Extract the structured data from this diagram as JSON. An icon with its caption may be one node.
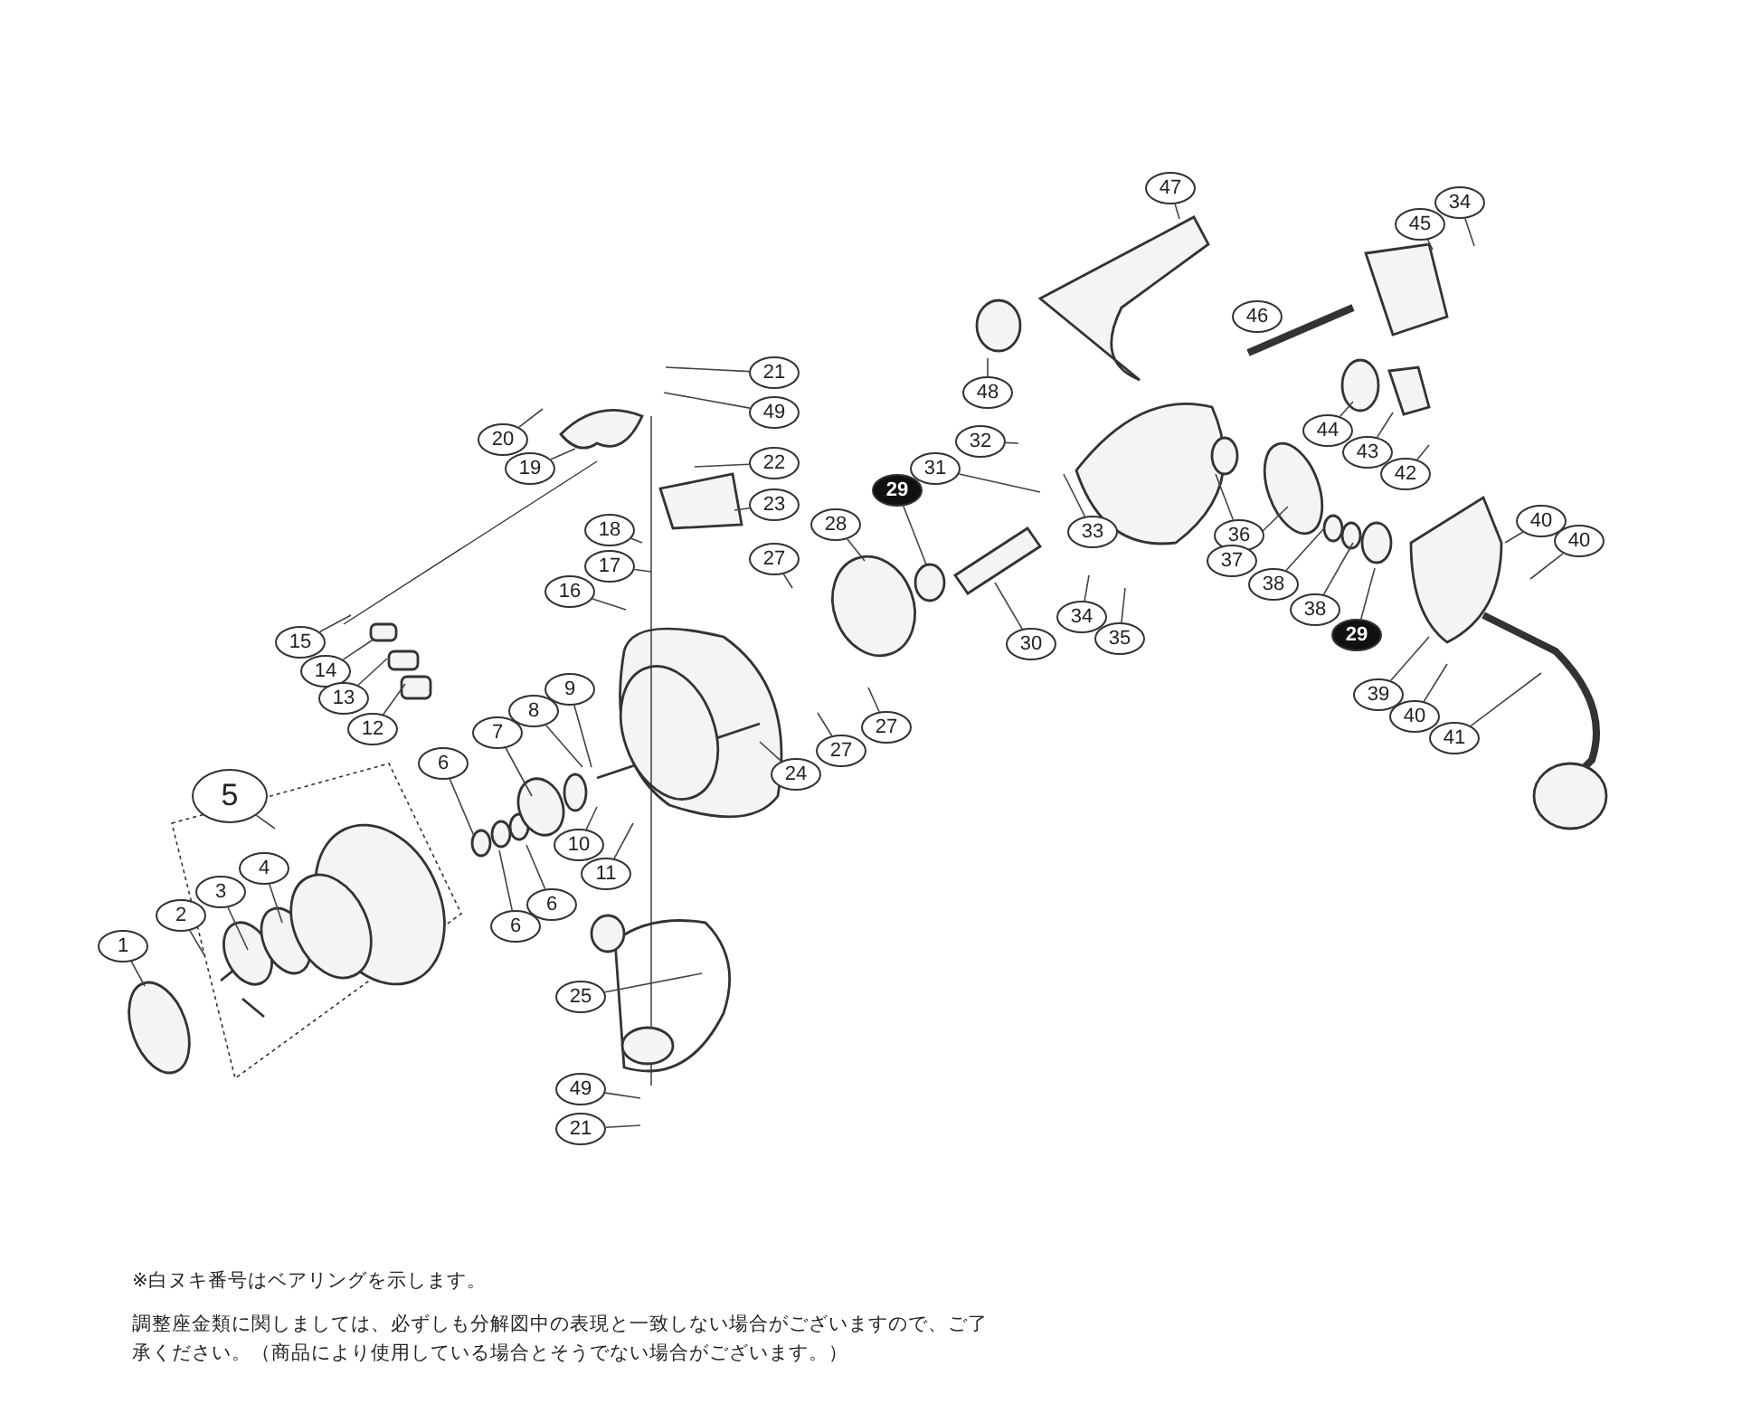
{
  "diagram": {
    "nodes": [
      {
        "text": [
          "47"
        ]
      },
      {
        "text": [
          "34"
        ]
      },
      {
        "text": [
          "45"
        ]
      },
      {
        "text": [
          "46"
        ]
      },
      {
        "text": [
          "21"
        ]
      },
      {
        "text": [
          "48"
        ]
      },
      {
        "text": [
          "49"
        ]
      },
      {
        "text": [
          "44"
        ]
      },
      {
        "text": [
          "20"
        ]
      },
      {
        "text": [
          "32"
        ]
      },
      {
        "text": [
          "43"
        ]
      },
      {
        "text": [
          "22"
        ]
      },
      {
        "text": [
          "19"
        ]
      },
      {
        "text": [
          "31"
        ]
      },
      {
        "text": [
          "42"
        ]
      },
      {
        "text": [
          "29"
        ]
      },
      {
        "text": [
          "23"
        ]
      },
      {
        "text": [
          "40"
        ]
      },
      {
        "text": [
          "28"
        ]
      },
      {
        "text": [
          "18"
        ]
      },
      {
        "text": [
          "33"
        ]
      },
      {
        "text": [
          "36"
        ]
      },
      {
        "text": [
          "40"
        ]
      },
      {
        "text": [
          "27"
        ]
      },
      {
        "text": [
          "37"
        ]
      },
      {
        "text": [
          "17"
        ]
      },
      {
        "text": [
          "38"
        ]
      },
      {
        "text": [
          "16"
        ]
      },
      {
        "text": [
          "38"
        ]
      },
      {
        "text": [
          "34"
        ]
      },
      {
        "text": [
          "29"
        ]
      },
      {
        "text": [
          "35"
        ]
      },
      {
        "text": [
          "15"
        ]
      },
      {
        "text": [
          "30"
        ]
      },
      {
        "text": [
          "14"
        ]
      },
      {
        "text": [
          "39"
        ]
      },
      {
        "text": [
          "13"
        ]
      },
      {
        "text": [
          "40"
        ]
      },
      {
        "text": [
          "27"
        ]
      },
      {
        "text": [
          "12"
        ]
      },
      {
        "text": [
          "7"
        ]
      },
      {
        "text": [
          "41"
        ]
      },
      {
        "text": [
          "8"
        ]
      },
      {
        "text": [
          "9"
        ]
      },
      {
        "text": [
          "27"
        ]
      },
      {
        "text": [
          "6"
        ]
      },
      {
        "text": [
          "24"
        ]
      },
      {
        "text": [
          "5"
        ]
      },
      {
        "text": [
          "10"
        ]
      },
      {
        "text": [
          "4"
        ]
      },
      {
        "text": [
          "11"
        ]
      },
      {
        "text": [
          "3"
        ]
      },
      {
        "text": [
          "6"
        ]
      },
      {
        "text": [
          "2"
        ]
      },
      {
        "text": [
          "6"
        ]
      },
      {
        "text": [
          "1"
        ]
      },
      {
        "text": [
          "25"
        ]
      },
      {
        "text": [
          "49"
        ]
      },
      {
        "text": [
          "21"
        ]
      }
    ],
    "edges": [
      {
        "from": 0,
        "to": null,
        "arrow": "none"
      },
      {
        "from": 1,
        "to": null,
        "arrow": "none"
      },
      {
        "from": 2,
        "to": null,
        "arrow": "none"
      },
      {
        "from": 4,
        "to": null,
        "arrow": "none"
      },
      {
        "from": 5,
        "to": null,
        "arrow": "none"
      },
      {
        "from": 6,
        "to": null,
        "arrow": "none"
      },
      {
        "from": 7,
        "to": null,
        "arrow": "none"
      },
      {
        "from": 8,
        "to": null,
        "arrow": "none"
      },
      {
        "from": 9,
        "to": null,
        "arrow": "none"
      },
      {
        "from": 10,
        "to": null,
        "arrow": "none"
      },
      {
        "from": 11,
        "to": null,
        "arrow": "none"
      },
      {
        "from": 12,
        "to": null,
        "arrow": "none"
      },
      {
        "from": 13,
        "to": null,
        "arrow": "none"
      },
      {
        "from": 14,
        "to": null,
        "arrow": "none"
      },
      {
        "from": 15,
        "to": null,
        "arrow": "none"
      },
      {
        "from": 16,
        "to": null,
        "arrow": "none"
      },
      {
        "from": 17,
        "to": null,
        "arrow": "none"
      },
      {
        "from": 18,
        "to": null,
        "arrow": "none"
      },
      {
        "from": 19,
        "to": null,
        "arrow": "none"
      },
      {
        "from": 20,
        "to": null,
        "arrow": "none"
      },
      {
        "from": 21,
        "to": null,
        "arrow": "none"
      },
      {
        "from": 22,
        "to": null,
        "arrow": "none"
      },
      {
        "from": 23,
        "to": null,
        "arrow": "none"
      },
      {
        "from": 24,
        "to": null,
        "arrow": "none"
      },
      {
        "from": 25,
        "to": null,
        "arrow": "none"
      },
      {
        "from": 26,
        "to": null,
        "arrow": "none"
      },
      {
        "from": 27,
        "to": null,
        "arrow": "none"
      },
      {
        "from": 28,
        "to": null,
        "arrow": "none"
      },
      {
        "from": 29,
        "to": null,
        "arrow": "none"
      },
      {
        "from": 30,
        "to": null,
        "arrow": "none"
      },
      {
        "from": 31,
        "to": null,
        "arrow": "none"
      },
      {
        "from": 32,
        "to": null,
        "arrow": "none"
      },
      {
        "from": 33,
        "to": null,
        "arrow": "none"
      },
      {
        "from": 34,
        "to": null,
        "arrow": "none"
      },
      {
        "from": 35,
        "to": null,
        "arrow": "none"
      },
      {
        "from": 36,
        "to": null,
        "arrow": "none"
      },
      {
        "from": 37,
        "to": null,
        "arrow": "none"
      },
      {
        "from": 38,
        "to": null,
        "arrow": "none"
      },
      {
        "from": 39,
        "to": null,
        "arrow": "none"
      },
      {
        "from": 40,
        "to": null,
        "arrow": "none"
      },
      {
        "from": 41,
        "to": null,
        "arrow": "none"
      },
      {
        "from": 42,
        "to": null,
        "arrow": "none"
      },
      {
        "from": 43,
        "to": null,
        "arrow": "none"
      },
      {
        "from": 44,
        "to": null,
        "arrow": "none"
      },
      {
        "from": 45,
        "to": null,
        "arrow": "none"
      },
      {
        "from": 46,
        "to": null,
        "arrow": "none"
      },
      {
        "from": 47,
        "to": null,
        "arrow": "none"
      },
      {
        "from": 48,
        "to": null,
        "arrow": "none"
      },
      {
        "from": 49,
        "to": null,
        "arrow": "none"
      },
      {
        "from": 50,
        "to": null,
        "arrow": "none"
      },
      {
        "from": 51,
        "to": null,
        "arrow": "none"
      },
      {
        "from": 52,
        "to": null,
        "arrow": "none"
      },
      {
        "from": 53,
        "to": null,
        "arrow": "none"
      },
      {
        "from": 54,
        "to": null,
        "arrow": "none"
      },
      {
        "from": 55,
        "to": null,
        "arrow": "none"
      },
      {
        "from": 56,
        "to": null,
        "arrow": "none"
      },
      {
        "from": 57,
        "to": null,
        "arrow": "none"
      },
      {
        "from": 58,
        "to": null,
        "arrow": "none"
      }
    ],
    "labels": [
      "※白ヌキ番号はベアリングを示します。",
      "調整座金類に関しましては、必ずしも分解図中の表現と一致しない場合がございますので、ご了承ください。（商品により使用している場合とそうでない場合がございます。）"
    ]
  }
}
